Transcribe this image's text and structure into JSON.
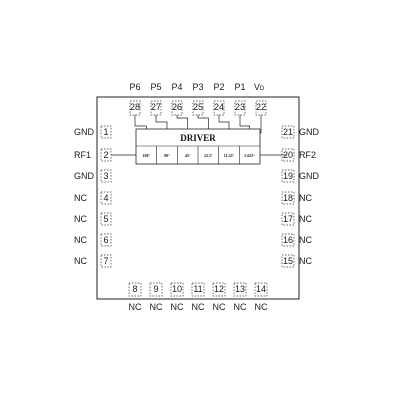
{
  "top_signals": [
    {
      "signal": "P6",
      "pin": "28"
    },
    {
      "signal": "P5",
      "pin": "27"
    },
    {
      "signal": "P4",
      "pin": "26"
    },
    {
      "signal": "P3",
      "pin": "25"
    },
    {
      "signal": "P2",
      "pin": "24"
    },
    {
      "signal": "P1",
      "pin": "23"
    },
    {
      "signal": "V",
      "sub": "D",
      "pin": "22"
    }
  ],
  "left_signals": [
    {
      "signal": "GND",
      "pin": "1"
    },
    {
      "signal": "RF1",
      "pin": "2"
    },
    {
      "signal": "GND",
      "pin": "3"
    },
    {
      "signal": "NC",
      "pin": "4"
    },
    {
      "signal": "NC",
      "pin": "5"
    },
    {
      "signal": "NC",
      "pin": "6"
    },
    {
      "signal": "NC",
      "pin": "7"
    }
  ],
  "right_signals": [
    {
      "signal": "GND",
      "pin": "21"
    },
    {
      "signal": "RF2",
      "pin": "20"
    },
    {
      "signal": "GND",
      "pin": "19"
    },
    {
      "signal": "NC",
      "pin": "18"
    },
    {
      "signal": "NC",
      "pin": "17"
    },
    {
      "signal": "NC",
      "pin": "16"
    },
    {
      "signal": "NC",
      "pin": "15"
    }
  ],
  "bottom_signals": [
    {
      "signal": "NC",
      "pin": "8"
    },
    {
      "signal": "NC",
      "pin": "9"
    },
    {
      "signal": "NC",
      "pin": "10"
    },
    {
      "signal": "NC",
      "pin": "11"
    },
    {
      "signal": "NC",
      "pin": "12"
    },
    {
      "signal": "NC",
      "pin": "13"
    },
    {
      "signal": "NC",
      "pin": "14"
    }
  ],
  "driver": {
    "label": "DRIVER",
    "bits": [
      "180°",
      "90°",
      "45°",
      "22.5°",
      "11.25°",
      "5.625°"
    ]
  }
}
